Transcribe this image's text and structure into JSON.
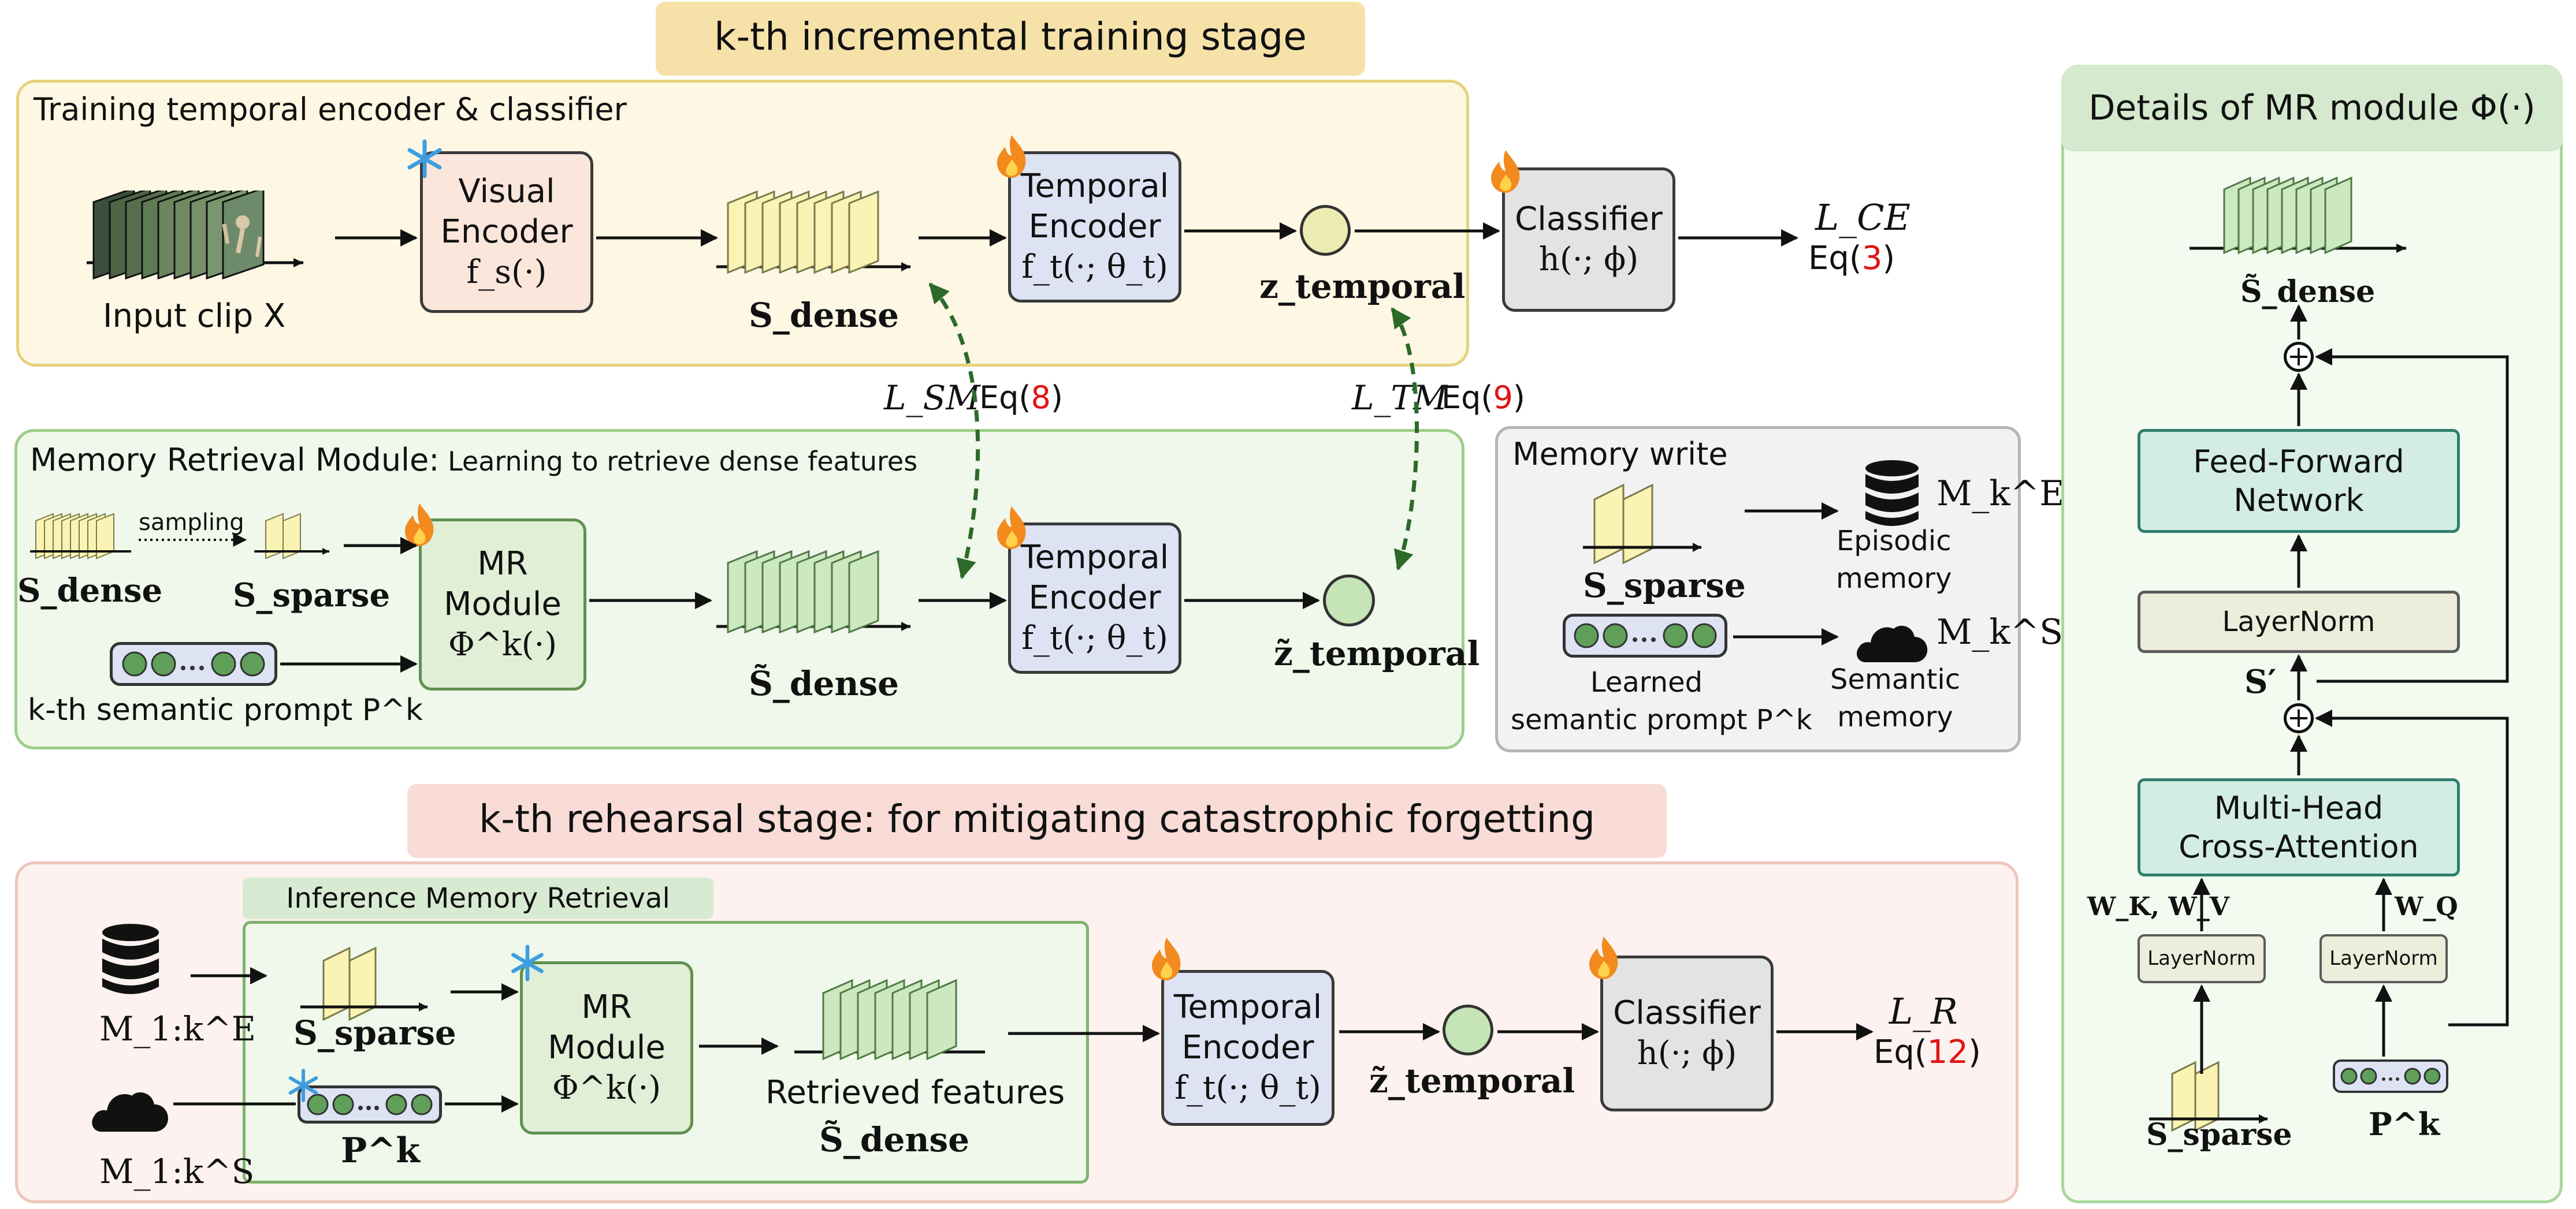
{
  "incremental_stage": {
    "title": "k-th incremental training stage",
    "training_panel": {
      "title": "Training temporal encoder & classifier",
      "input_clip": "Input clip X",
      "visual_encoder": {
        "line1": "Visual",
        "line2": "Encoder",
        "formula": "f_s(·)"
      },
      "s_dense": "S_dense",
      "temporal_encoder": {
        "line1": "Temporal",
        "line2": "Encoder",
        "formula": "f_t(·; θ_t)"
      },
      "z_temporal": "z_temporal",
      "classifier": {
        "line1": "Classifier",
        "formula": "h(·; ϕ)"
      },
      "loss": "L_CE",
      "eq_prefix": "Eq(",
      "eq_num": "3",
      "eq_suffix": ")"
    },
    "l_sm": {
      "loss": "L_SM",
      "eq_prefix": "Eq(",
      "eq_num": "8",
      "eq_suffix": ")"
    },
    "l_tm": {
      "loss": "L_TM",
      "eq_prefix": "Eq(",
      "eq_num": "9",
      "eq_suffix": ")"
    },
    "mr_panel": {
      "title_bold": "Memory Retrieval Module:",
      "title_rest": " Learning to retrieve dense features",
      "s_dense": "S_dense",
      "sampling": "sampling",
      "s_sparse": "S_sparse",
      "prompt_label": "k-th semantic prompt P^k",
      "mr_module": {
        "line1": "MR",
        "line2": "Module",
        "formula": "Φ^k(·)"
      },
      "s_dense_tilde": "S̃_dense",
      "temporal_encoder": {
        "line1": "Temporal",
        "line2": "Encoder",
        "formula": "f_t(·; θ_t)"
      },
      "z_temporal_tilde": "z̃_temporal"
    },
    "memory_write": {
      "title": "Memory write",
      "s_sparse": "S_sparse",
      "episodic_symbol": "M_k^E",
      "episodic_line1": "Episodic",
      "episodic_line2": "memory",
      "prompt_line1": "Learned",
      "prompt_line2": "semantic prompt P^k",
      "semantic_symbol": "M_k^S",
      "semantic_line1": "Semantic",
      "semantic_line2": "memory"
    }
  },
  "rehearsal_stage": {
    "title": "k-th rehearsal stage: for mitigating catastrophic forgetting",
    "inference_title": "Inference Memory Retrieval",
    "episodic_symbol": "M_1:k^E",
    "semantic_symbol": "M_1:k^S",
    "s_sparse": "S_sparse",
    "prompt": "P^k",
    "mr_module": {
      "line1": "MR",
      "line2": "Module",
      "formula": "Φ^k(·)"
    },
    "retrieved_label": "Retrieved features",
    "s_dense_tilde": "S̃_dense",
    "temporal_encoder": {
      "line1": "Temporal",
      "line2": "Encoder",
      "formula": "f_t(·; θ_t)"
    },
    "z_temporal_tilde": "z̃_temporal",
    "classifier": {
      "line1": "Classifier",
      "formula": "h(·; ϕ)"
    },
    "loss": "L_R",
    "eq_prefix": "Eq(",
    "eq_num": "12",
    "eq_suffix": ")"
  },
  "details": {
    "title": "Details of MR module Φ(·)",
    "s_dense_tilde": "S̃_dense",
    "plus": "+",
    "ffn": {
      "line1": "Feed-Forward",
      "line2": "Network"
    },
    "layernorm": "LayerNorm",
    "s_prime": "S′",
    "mhca": {
      "line1": "Multi-Head",
      "line2": "Cross-Attention"
    },
    "wkv": "W_K, W_V",
    "wq": "W_Q",
    "ln_left": "LayerNorm",
    "ln_right": "LayerNorm",
    "s_sparse": "S_sparse",
    "prompt": "P^k"
  },
  "colors": {
    "yellow_feature": "#fbf3b3",
    "green_feature": "#cce8c0",
    "fire": "#f28a1e",
    "snowflake": "#3d9de0",
    "eq_red": "#e01414"
  }
}
